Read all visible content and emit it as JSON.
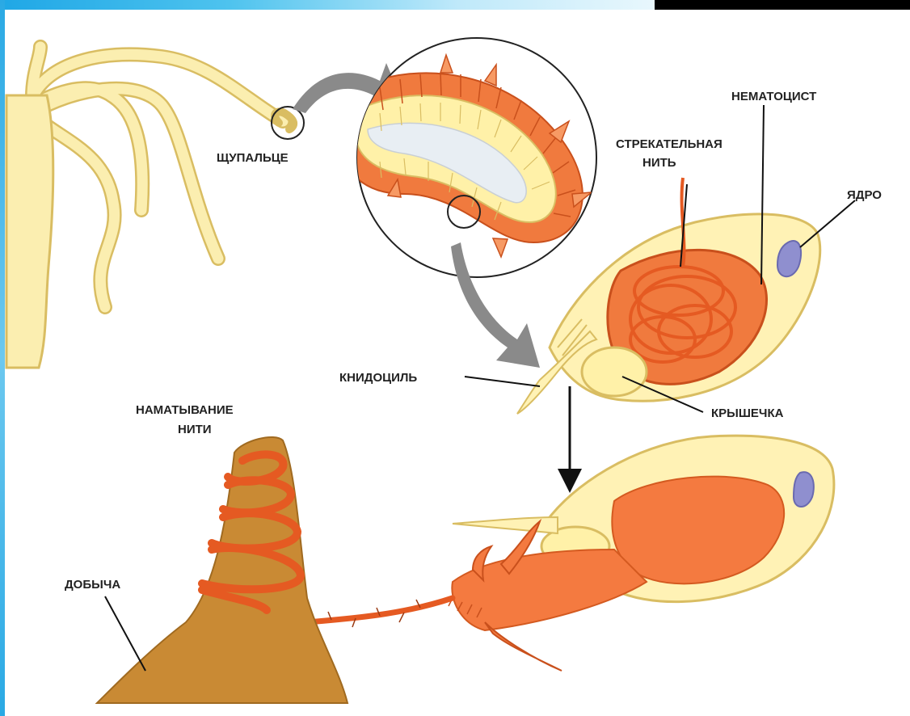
{
  "labels": {
    "tentacle": "ЩУПАЛЬЦЕ",
    "nematocyst": "НЕМАТОЦИСТ",
    "thread_line1": "СТРЕКАТЕЛЬНАЯ",
    "thread_line2": "НИТЬ",
    "nucleus": "ЯДРО",
    "cnidocil": "КНИДОЦИЛЬ",
    "operculum": "КРЫШЕЧКА",
    "winding_line1": "НАМАТЫВАНИЕ",
    "winding_line2": "НИТИ",
    "prey": "ДОБЫЧА"
  },
  "colors": {
    "hydra_body": "#fbeeb0",
    "hydra_outline": "#d9bd62",
    "cell_orange": "#f07a3e",
    "cell_orange_light": "#f79a64",
    "capsule_outline": "#e55a22",
    "cytoplasm_yellow": "#fff2b5",
    "nucleus_blue": "#8f8fcf",
    "prey_brown": "#c98a34",
    "arrow_grey": "#8a8a8a"
  }
}
